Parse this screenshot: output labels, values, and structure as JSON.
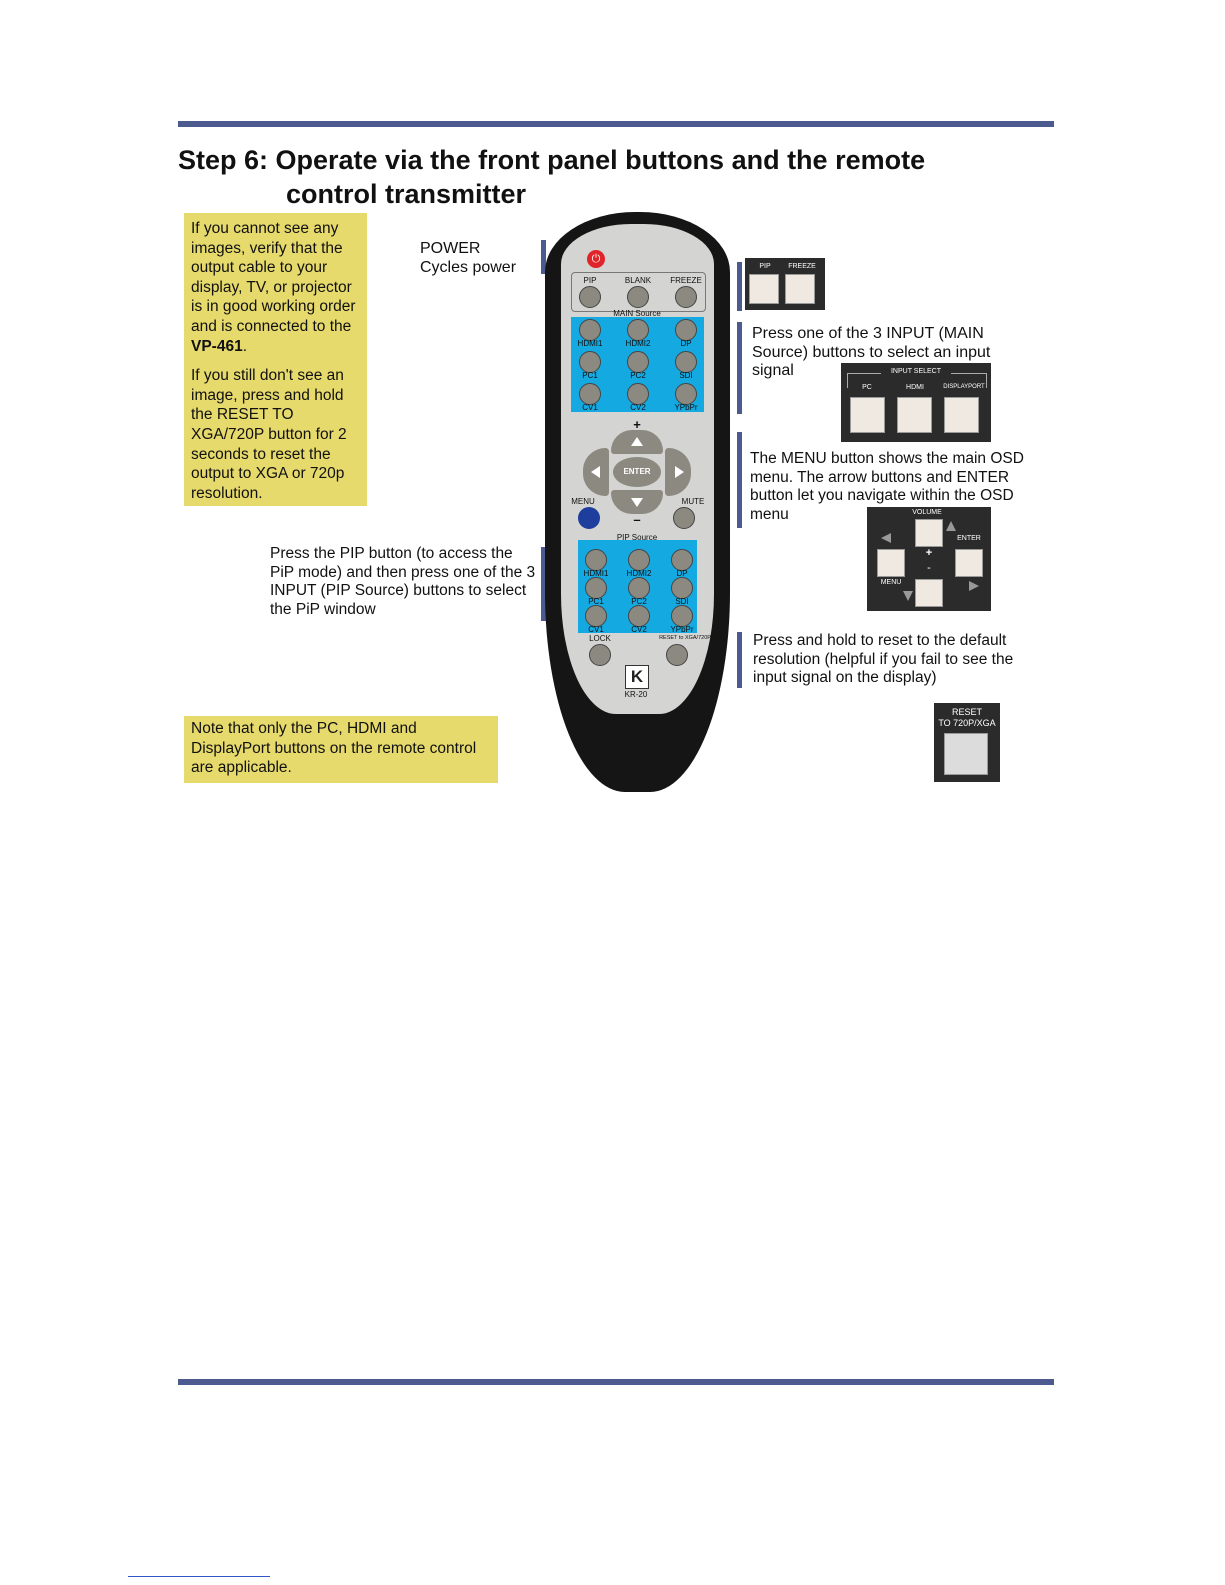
{
  "heading": {
    "line1": "Step 6: Operate via the front panel buttons and the remote",
    "line2": "control transmitter"
  },
  "notes": {
    "left_para1_a": "If you cannot see any images, verify that the output cable to your display, TV, or projector is in good working order and is connected to the ",
    "left_para1_b": "VP-461",
    "left_para1_c": ".",
    "left_para2": "If you still don't see an image, press and hold the RESET TO XGA/720P button for 2 seconds to reset the output to XGA or 720p resolution.",
    "bottom": "Note that only the PC, HDMI and DisplayPort buttons on the remote control are applicable."
  },
  "callouts": {
    "power_1": "POWER",
    "power_2": "Cycles power",
    "input": "Press one of the 3 INPUT (MAIN Source) buttons to select an input signal",
    "menu": "The MENU button shows the main OSD menu. The arrow buttons and ENTER button let you navigate within the OSD menu",
    "pip": "Press  the PIP button (to access the PiP mode) and then press one of the 3 INPUT (PIP Source) buttons to select the PiP window",
    "reset": "Press and hold to reset to the default resolution (helpful if you fail to see the input signal on the display)"
  },
  "remote": {
    "top_buttons": [
      "PIP",
      "BLANK",
      "FREEZE"
    ],
    "main_source_title": "MAIN Source",
    "main_labels": [
      "HDMI1",
      "HDMI2",
      "DP",
      "PC1",
      "PC2",
      "SDI",
      "CV1",
      "CV2",
      "YPbPr"
    ],
    "nav": {
      "plus": "+",
      "minus": "–",
      "enter": "ENTER",
      "menu": "MENU",
      "mute": "MUTE"
    },
    "pip_source_title": "PIP Source",
    "pip_labels": [
      "HDMI1",
      "HDMI2",
      "DP",
      "PC1",
      "PC2",
      "SDI",
      "CV1",
      "CV2",
      "YPbPr"
    ],
    "lock": "LOCK",
    "reset": "RESET to XGA/720P",
    "model": "KR-20",
    "logo": "K"
  },
  "panels": {
    "pip": "PIP",
    "freeze": "FREEZE",
    "input_select": "INPUT SELECT",
    "pc": "PC",
    "hdmi": "HDMI",
    "displayport": "DISPLAYPORT",
    "volume": "VOLUME",
    "enter": "ENTER",
    "menu": "MENU",
    "plus": "+",
    "minus": "-",
    "reset_1": "RESET",
    "reset_2": "TO 720P/XGA"
  },
  "colors": {
    "rule": "#4d5a8f",
    "note_bg": "#e6da6c",
    "remote_blue": "#14a9e0",
    "panel_bg": "#2b2b2b"
  }
}
